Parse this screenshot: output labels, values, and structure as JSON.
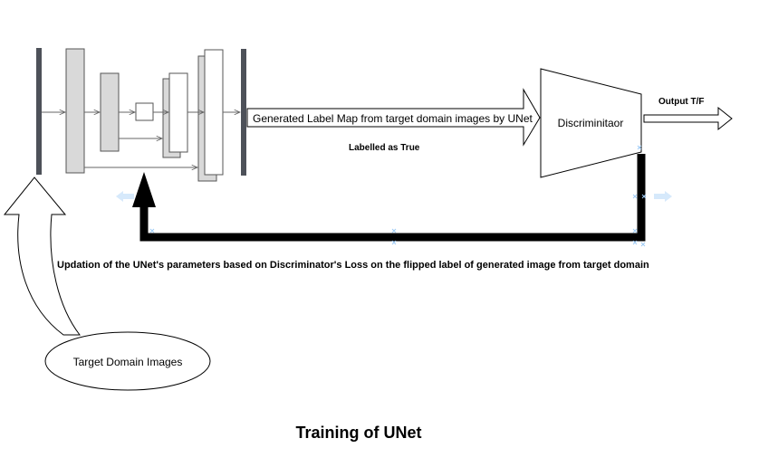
{
  "diagram": {
    "unet": {
      "skip_block_label": ""
    },
    "arrow_forward_label": "Generated Label Map from target domain images by UNet",
    "labelled_note": "Labelled as True",
    "discriminator_label": "Discriminitaor",
    "output_label": "Output T/F",
    "feedback_caption": "Updation of the UNet's parameters based on Discriminator's Loss on the flipped label of generated image from target domain",
    "input_label": "Target Domain Images",
    "title": "Training of UNet"
  },
  "colors": {
    "dark_bar": "#4d5159",
    "block_fill": "#d9d9d9",
    "block_stroke": "#555555",
    "arrow_gray": "#666666",
    "feedback": "#000000",
    "handle": "#9ecbf5"
  }
}
